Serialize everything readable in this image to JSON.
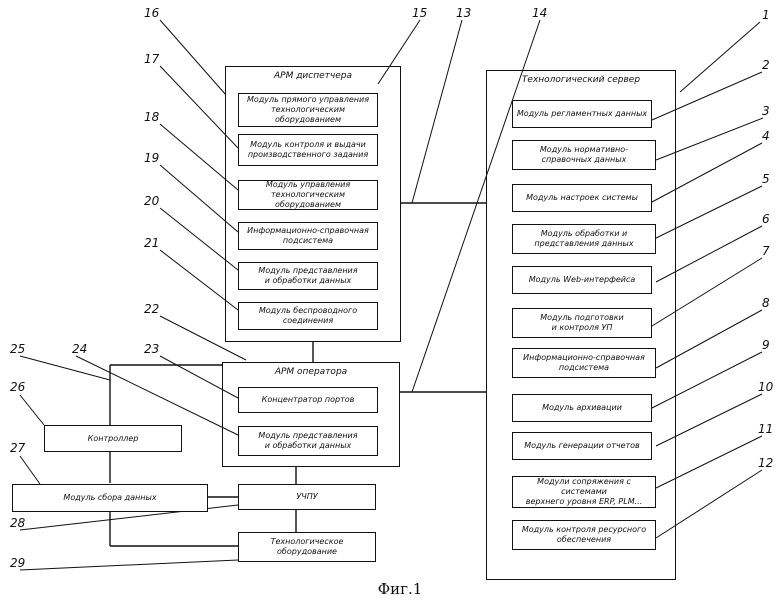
{
  "disp_frame": {
    "title": "АРМ диспетчера"
  },
  "oper_frame": {
    "title": "АРМ оператора"
  },
  "server_frame": {
    "title": "Технологический сервер"
  },
  "disp_modules": [
    "Модуль прямого управления\nтехнологическим оборудованием",
    "Модуль контроля и выдачи\nпроизводственного задания",
    "Модуль управления\nтехнологическим оборудованием",
    "Информационно-справочная\nподсистема",
    "Модуль представления\nи обработки данных",
    "Модуль беспроводного соединения"
  ],
  "oper_modules": [
    "Концентратор портов",
    "Модуль представления\nи обработки данных"
  ],
  "server_modules": [
    "Модуль регламентных данных",
    "Модуль нормативно-\nсправочных данных",
    "Модуль настроек системы",
    "Модуль обработки и\nпредставления данных",
    "Модуль Web-интерфейса",
    "Модуль подготовки\nи контроля УП",
    "Информационно-справочная\nподсистема",
    "Модуль архивации",
    "Модуль генерации отчетов",
    "Модули сопряжения с системами\nверхнего уровня ERP, PLM...",
    "Модуль контроля ресурсного\nобеспечения"
  ],
  "left_boxes": {
    "controller": "Контроллер",
    "data_collect": "Модуль сбора данных",
    "cnc": "УЧПУ",
    "equipment": "Технологическое\nоборудование"
  },
  "refs": [
    "1",
    "2",
    "3",
    "4",
    "5",
    "6",
    "7",
    "8",
    "9",
    "10",
    "11",
    "12",
    "13",
    "14",
    "15",
    "16",
    "17",
    "18",
    "19",
    "20",
    "21",
    "22",
    "23",
    "24",
    "25",
    "26",
    "27",
    "28",
    "29"
  ],
  "caption": "Фиг.1"
}
